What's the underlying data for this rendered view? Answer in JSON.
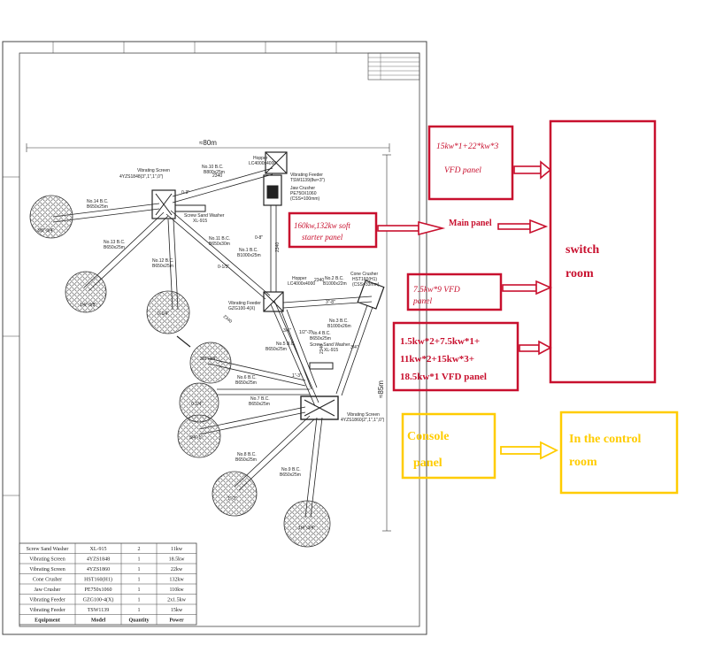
{
  "drawing": {
    "overall_dim": "≈80m",
    "side_dim": "≈85m",
    "dim_2340a": "2340",
    "dim_2340b": "2340",
    "dim_2340c": "2340",
    "dim_2340d": "2340",
    "dim_2340e": "2340",
    "labels": {
      "vib_screen_top": "Vibrating Screen",
      "vib_screen_top_model": "4YZS1848(3\",1\",1\",0\")",
      "b10": "No.10 B.C.",
      "b10_spec": "B800x25m",
      "hopper_top": "Hopper",
      "hopper_top_spec": "LC4000x4000",
      "vib_feeder_top": "Vibrating Feeder",
      "vib_feeder_top_model": "TSW1139(8w×3\")",
      "jaw_crusher": "Jaw Crusher",
      "jaw_crusher_model": "PE750X1060",
      "jaw_crusher_css": "(CSS=100mm)",
      "b14": "No.14 B.C.",
      "b14_spec": "B650x25m",
      "washer_top": "Screw Sand Washer",
      "washer_top_model": "XL-915",
      "b11": "No.11 B.C.",
      "b11_spec": "B650x30m",
      "b13": "No.13 B.C.",
      "b13_spec": "B650x25m",
      "b12": "No.12 B.C.",
      "b12_spec": "B650x25m",
      "b1": "No.1 B.C.",
      "b1_spec": "B1000x25m",
      "hopper_mid": "Hopper",
      "hopper_mid_spec": "LC4000x4000",
      "b2": "No.2 B.C.",
      "b2_spec": "B1000x22m",
      "cone_crusher": "Cone Crusher",
      "cone_crusher_model": "HST160(H1)",
      "cone_crusher_css": "(CSS=33mm)",
      "vib_feeder_mid": "Vibrating Feeder",
      "vib_feeder_mid_model": "GZG100-4(X)",
      "b3": "No.3 B.C.",
      "b3_spec": "B1000x26m",
      "b4": "No.4 B.C.",
      "b4_spec": "B650x25m",
      "washer_mid": "Screw Sand Washer",
      "washer_mid_model": "XL-915",
      "b5": "No.5 B.C.",
      "b5_spec": "B650x25m",
      "b6": "No.6 B.C.",
      "b6_spec": "B650x25m",
      "b7": "No.7 B.C.",
      "b7_spec": "B650x25m",
      "vib_screen_bot": "Vibrating Screen",
      "vib_screen_bot_model": "4YZS1860(2\",1\",1\",0\")",
      "b8": "No.8 B.C.",
      "b8_spec": "B650x25m",
      "b9": "No.9 B.C.",
      "b9_spec": "B650x25m",
      "belt_03": "0-3\"",
      "belt_08": "0-8\"",
      "belt_38": "3\"-8\"",
      "belt_013": "0-1/3\"",
      "belt_12": "1/2\"-3\"",
      "belt_34a": "3/4\"",
      "belt_34b": "3/4\"",
      "belt_14": "1\"-3\""
    },
    "piles": {
      "p1": "3/8\"-3/4\"",
      "p2": "1/4\"-3/8\"",
      "p3": "0-1/4\"",
      "p4": "3/8\"-3/4\"",
      "p5": "0-1/4\"",
      "p6": "3/4\"-1\"",
      "p7": "1\"-2\"",
      "p8": "1/4\"-3/4\""
    },
    "equipment_table": {
      "headers": [
        "Equipment",
        "Model",
        "Quantity",
        "Power"
      ],
      "rows": [
        [
          "Screw Sand Washer",
          "XL-915",
          "2",
          "11kw"
        ],
        [
          "Vibrating Screen",
          "4YZS1848",
          "1",
          "18.5kw"
        ],
        [
          "Vibrating Screen",
          "4YZS1860",
          "1",
          "22kw"
        ],
        [
          "Cone Crusher",
          "HST160(H1)",
          "1",
          "132kw"
        ],
        [
          "Jaw Crusher",
          "PE750x1060",
          "1",
          "110kw"
        ],
        [
          "Vibrating Feeder",
          "GZG100-4(X)",
          "1",
          "2x1.5kw"
        ],
        [
          "Vibrating Feeder",
          "TSW1139",
          "1",
          "15kw"
        ]
      ]
    }
  },
  "annotations": {
    "vfd1_line1": "15kw*1+22*kw*3",
    "vfd1_line2": "VFD panel",
    "soft_line1": "160kw,132kw soft",
    "soft_line2": "starter panel",
    "main_panel": "Main panel",
    "vfd2_line1": "7.5kw*9  VFD",
    "vfd2_line2": "panel",
    "vfd3_line1": "1.5kw*2+7.5kw*1+",
    "vfd3_line2": "11kw*2+15kw*3+",
    "vfd3_line3": "18.5kw*1   VFD panel",
    "switch_line1": "switch",
    "switch_line2": "room",
    "console_line1": "Console",
    "console_line2": "panel",
    "control_line1": "In the control",
    "control_line2": "room"
  },
  "colors": {
    "red": "#c8102e",
    "yellow": "#ffcc00",
    "line": "#222222"
  }
}
